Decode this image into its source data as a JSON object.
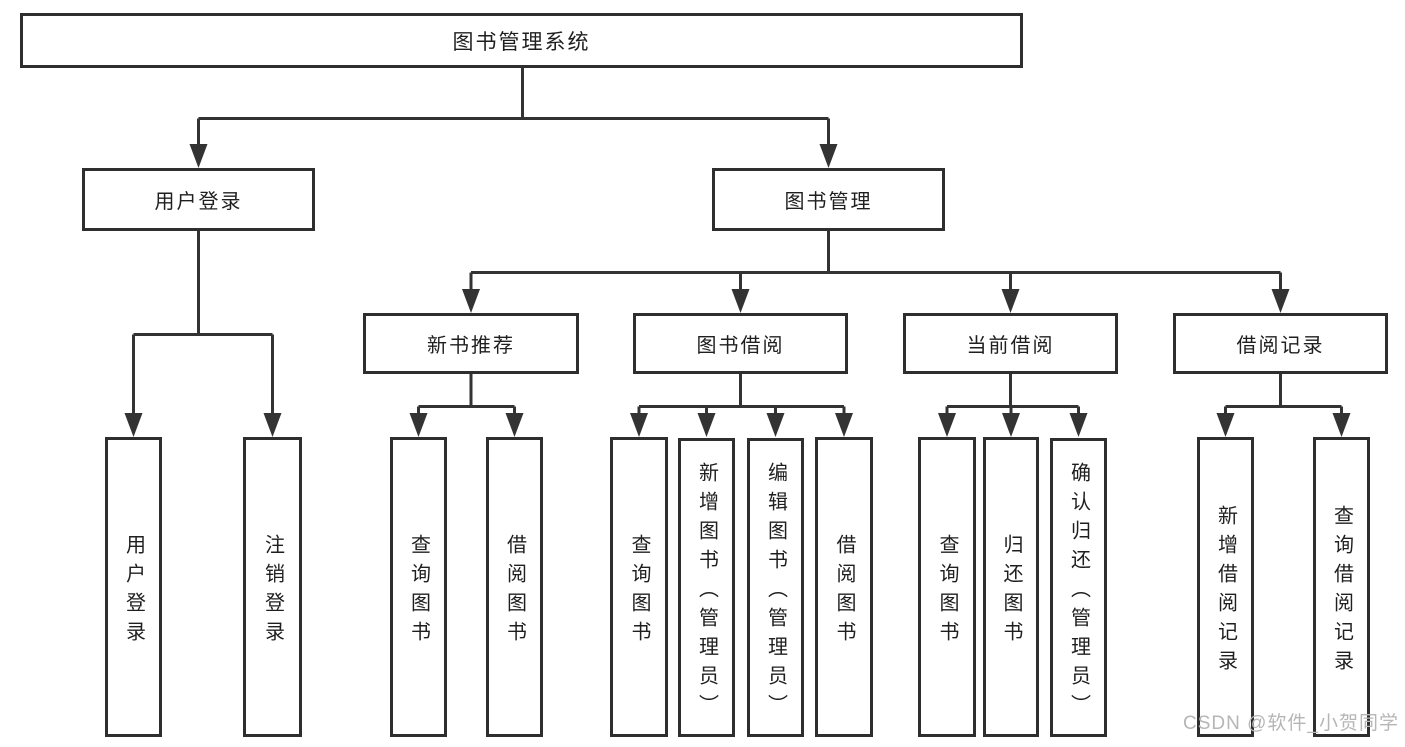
{
  "diagram": {
    "type": "tree",
    "title": "图书管理系统",
    "level2": [
      {
        "label": "用户登录",
        "parent": "图书管理系统"
      },
      {
        "label": "图书管理",
        "parent": "图书管理系统"
      }
    ],
    "level3": [
      {
        "label": "新书推荐",
        "parent": "图书管理"
      },
      {
        "label": "图书借阅",
        "parent": "图书管理"
      },
      {
        "label": "当前借阅",
        "parent": "图书管理"
      },
      {
        "label": "借阅记录",
        "parent": "图书管理"
      }
    ],
    "leaves": [
      {
        "label": "用户登录",
        "parent": "用户登录"
      },
      {
        "label": "注销登录",
        "parent": "用户登录"
      },
      {
        "label": "查询图书",
        "parent": "新书推荐"
      },
      {
        "label": "借阅图书",
        "parent": "新书推荐"
      },
      {
        "label": "查询图书",
        "parent": "图书借阅"
      },
      {
        "label": "新增图书（管理员）",
        "parent": "图书借阅"
      },
      {
        "label": "编辑图书（管理员）",
        "parent": "图书借阅"
      },
      {
        "label": "借阅图书",
        "parent": "图书借阅"
      },
      {
        "label": "查询图书",
        "parent": "当前借阅"
      },
      {
        "label": "归还图书",
        "parent": "当前借阅"
      },
      {
        "label": "确认归还（管理员）",
        "parent": "当前借阅"
      },
      {
        "label": "新增借阅记录",
        "parent": "借阅记录"
      },
      {
        "label": "查询借阅记录",
        "parent": "借阅记录"
      }
    ],
    "watermark": "CSDN @软件_小贺同学",
    "colors": {
      "background": "#ffffff",
      "box_border": "#2e2e2e",
      "line": "#333333",
      "text": "#1f1f1f",
      "watermark_text": "#b6b6b6"
    }
  }
}
